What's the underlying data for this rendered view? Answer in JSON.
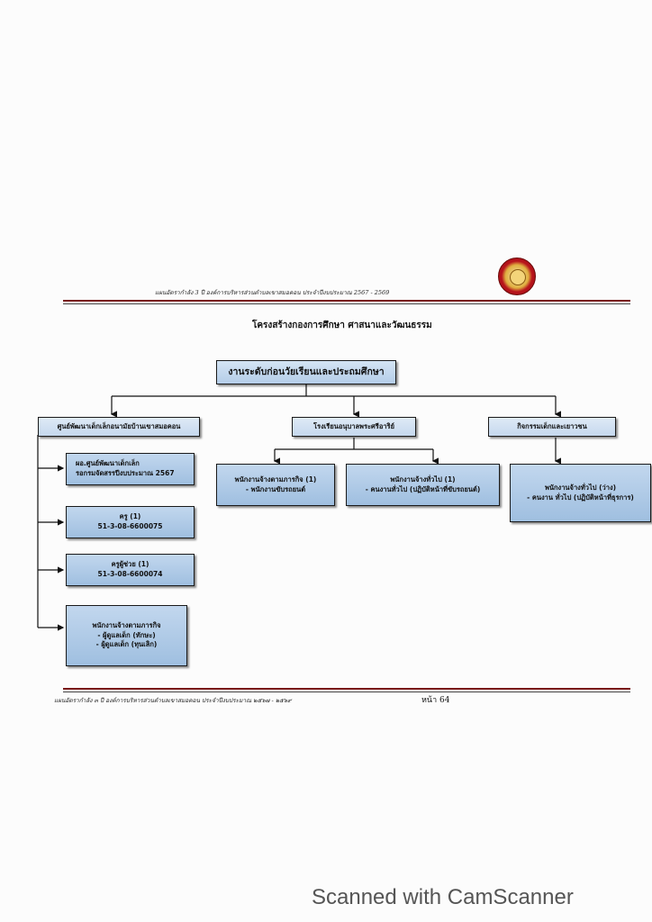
{
  "header": {
    "text": "แผนอัตรากำลัง 3 ปี องค์การบริหารส่วนตำบลเขาสมอคอน ประจำปีงบประมาณ 2567 - 2569"
  },
  "title": "โครงสร้างกองการศึกษา ศาสนาและวัฒนธรรม",
  "org": {
    "top": "งานระดับก่อนวัยเรียนและประถมศึกษา",
    "branch1": "ศูนย์พัฒนาเด็กเล็กอนามัยบ้านเขาสมอคอน",
    "branch2": "โรงเรียนอนุบาลพระศรีอาริย์",
    "branch3": "กิจกรรมเด็กและเยาวชน",
    "b1_items": [
      {
        "line1": "ผอ.ศูนย์พัฒนาเด็กเล็ก",
        "line2": "รอกรมจัดสรรปีงบประมาณ 2567"
      },
      {
        "line1": "ครู (1)",
        "line2": "51-3-08-6600075"
      },
      {
        "line1": "ครูผู้ช่วย (1)",
        "line2": "51-3-08-6600074"
      },
      {
        "line1": "พนักงานจ้างตามภารกิจ",
        "line2": "- ผู้ดูแลเด็ก (ทักษะ)",
        "line3": "- ผู้ดูแลเด็ก (ทุนเลิก)"
      }
    ],
    "b2_items": [
      {
        "line1": "พนักงานจ้างตามภารกิจ (1)",
        "line2": "- พนักงานขับรถยนต์"
      },
      {
        "line1": "พนักงานจ้างทั่วไป (1)",
        "line2": "- คนงานทั่วไป (ปฏิบัติหน้าที่ขับรถยนต์)"
      }
    ],
    "b3_items": [
      {
        "line1": "พนักงานจ้างทั่วไป (ว่าง)",
        "line2": "- คนงาน ทั่วไป (ปฏิบัติหน้าที่ธุรการ)"
      }
    ]
  },
  "footer": {
    "text": "แผนอัตรากำลัง ๓ ปี องค์การบริหารส่วนตำบลเขาสมอคอน ประจำปีงบประมาณ ๒๕๖๗ - ๒๕๖๙",
    "page": "หน้า 64"
  },
  "watermark": "Scanned with CamScanner",
  "colors": {
    "box_fill": "#a9c6e4",
    "rule": "#7a1a1a"
  },
  "icons": {
    "logo": "emblem-seal-icon"
  }
}
